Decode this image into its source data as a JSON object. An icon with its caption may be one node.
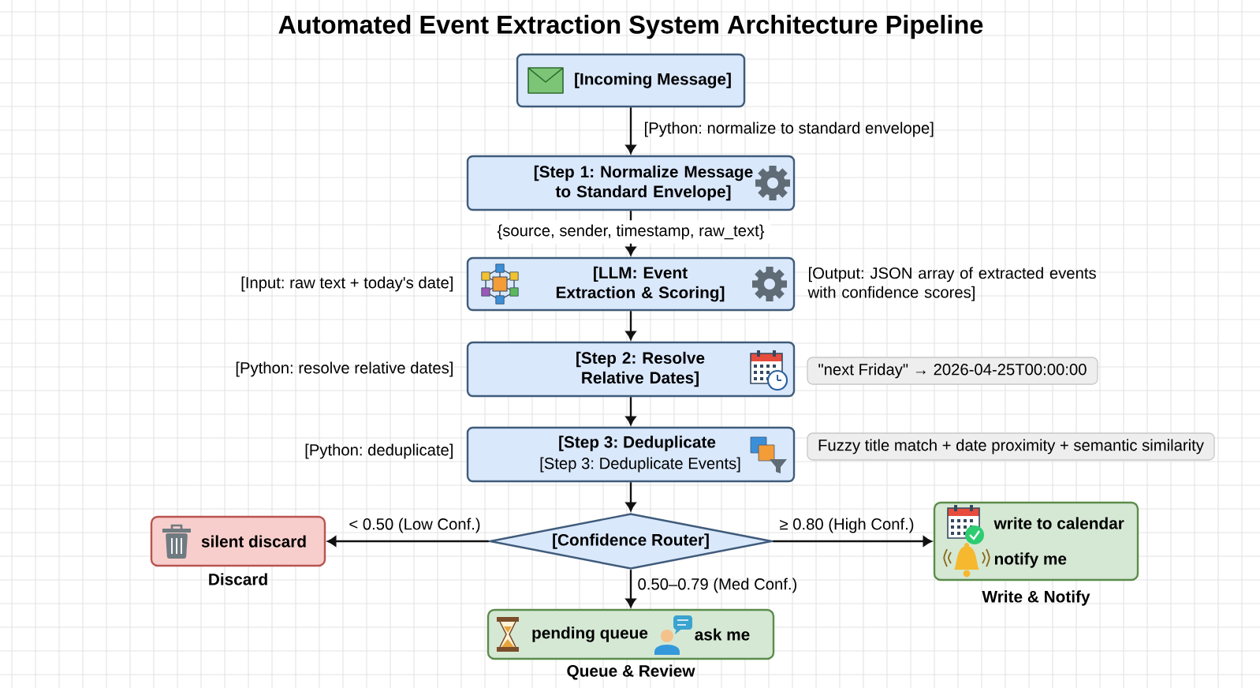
{
  "diagram": {
    "title": "Automated Event Extraction System Architecture Pipeline",
    "nodes": [
      {
        "text": [
          "[Incoming Message]"
        ]
      },
      {
        "text": [
          "[Step 1: Normalize Message to Standard Envelope]"
        ]
      },
      {
        "text": [
          "[LLM: Event Extraction & Scoring]"
        ],
        "beside": [
          "[Input: raw text + today's date]",
          "[Output: JSON array of extracted events with confidence scores]"
        ]
      },
      {
        "text": [
          "[Step 2: Resolve Relative Dates]"
        ],
        "beside": [
          "[Python: resolve relative dates]"
        ]
      },
      {
        "text": [
          "\"next Friday\" → 2026-04-25T00:00:00"
        ]
      },
      {
        "text": [
          "[Step 3: Deduplicate",
          "[Step 3: Deduplicate Events]"
        ],
        "beside": [
          "[Python: deduplicate]"
        ]
      },
      {
        "text": [
          "Fuzzy title match + date proximity + semantic similarity"
        ]
      },
      {
        "text": [
          "[Confidence Router]"
        ]
      },
      {
        "text": [
          "silent discard"
        ],
        "beside": [
          "Discard"
        ]
      },
      {
        "text": [
          "write to calendar",
          "notify me"
        ],
        "beside": [
          "Write & Notify"
        ]
      },
      {
        "text": [
          "pending queue",
          "ask me"
        ],
        "beside": [
          "Queue & Review"
        ]
      }
    ],
    "edges": [
      {
        "from": 0,
        "to": 1,
        "arrow": "to",
        "label": "[Python: normalize to standard envelope]"
      },
      {
        "from": 1,
        "to": 2,
        "arrow": "to",
        "label": "{source, sender, timestamp, raw_text}"
      },
      {
        "from": 2,
        "to": 3,
        "arrow": "to"
      },
      {
        "from": 3,
        "to": 5,
        "arrow": "to"
      },
      {
        "from": 5,
        "to": 7,
        "arrow": "to"
      },
      {
        "from": 7,
        "to": 8,
        "arrow": "to",
        "label": "< 0.50 (Low Conf.)"
      },
      {
        "from": 7,
        "to": 9,
        "arrow": "to",
        "label": "≥ 0.80 (High Conf.)"
      },
      {
        "from": 7,
        "to": 10,
        "arrow": "to",
        "label": "0.50–0.79 (Med Conf.)"
      }
    ]
  }
}
